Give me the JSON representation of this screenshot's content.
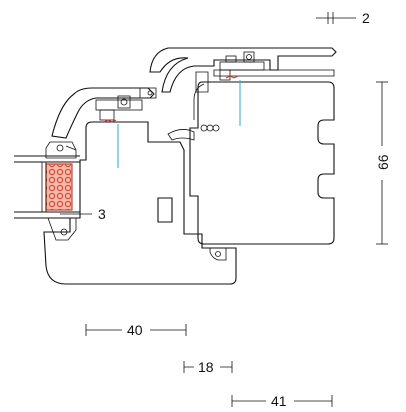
{
  "drawing": {
    "dimensions": {
      "gap_top": "2",
      "height_right": "66",
      "glass_gap": "3",
      "sash_width": "40",
      "overlap": "18",
      "frame_width": "41"
    },
    "colors": {
      "ink": "#111111",
      "wood_fill": "#ffffff",
      "hatch": "#3a3a3a",
      "glazing_seal": "#d7402f",
      "glazing_seal_fill": "#f2b8a8",
      "cyan_marker": "#29a8d8",
      "red_marker": "#d62a2a"
    }
  }
}
